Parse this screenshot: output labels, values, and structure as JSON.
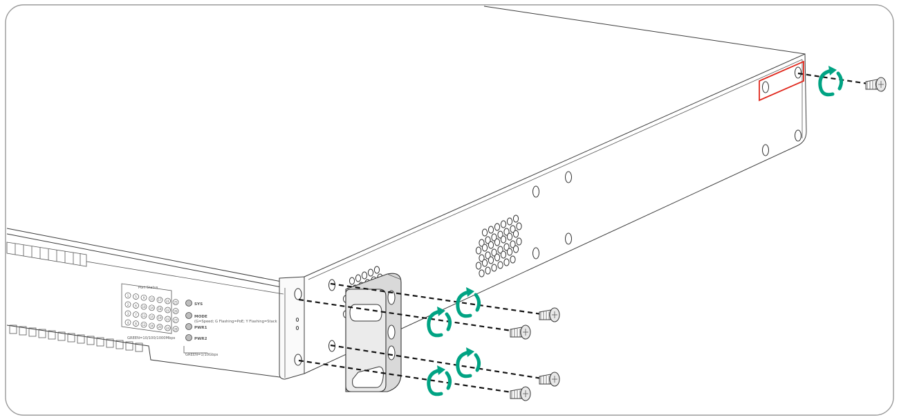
{
  "panel": {
    "port_status_label": "Port Status",
    "port_numbers": [
      "1",
      "2",
      "3",
      "4",
      "5",
      "6",
      "7",
      "8",
      "9",
      "10",
      "11",
      "12",
      "13",
      "14",
      "15",
      "16",
      "17",
      "18",
      "19",
      "20",
      "21",
      "22",
      "23",
      "24",
      "25",
      "26",
      "27",
      "28"
    ],
    "speed_legend": "GREEN=10/100/1000Mbps",
    "led_sys": "SYS",
    "led_mode": "MODE",
    "led_mode_desc": "(G=Speed; G Flashing=PoE; Y Flashing=Stack",
    "led_pwr1": "PWR1",
    "led_pwr2": "PWR2",
    "sfp_legend": "GREEN=1/10Gbps"
  },
  "colors": {
    "rotation_arrow": "#00a383",
    "highlight_box": "#e0261b"
  },
  "icons": [
    "rotate-arrow-icon",
    "screw-icon"
  ]
}
